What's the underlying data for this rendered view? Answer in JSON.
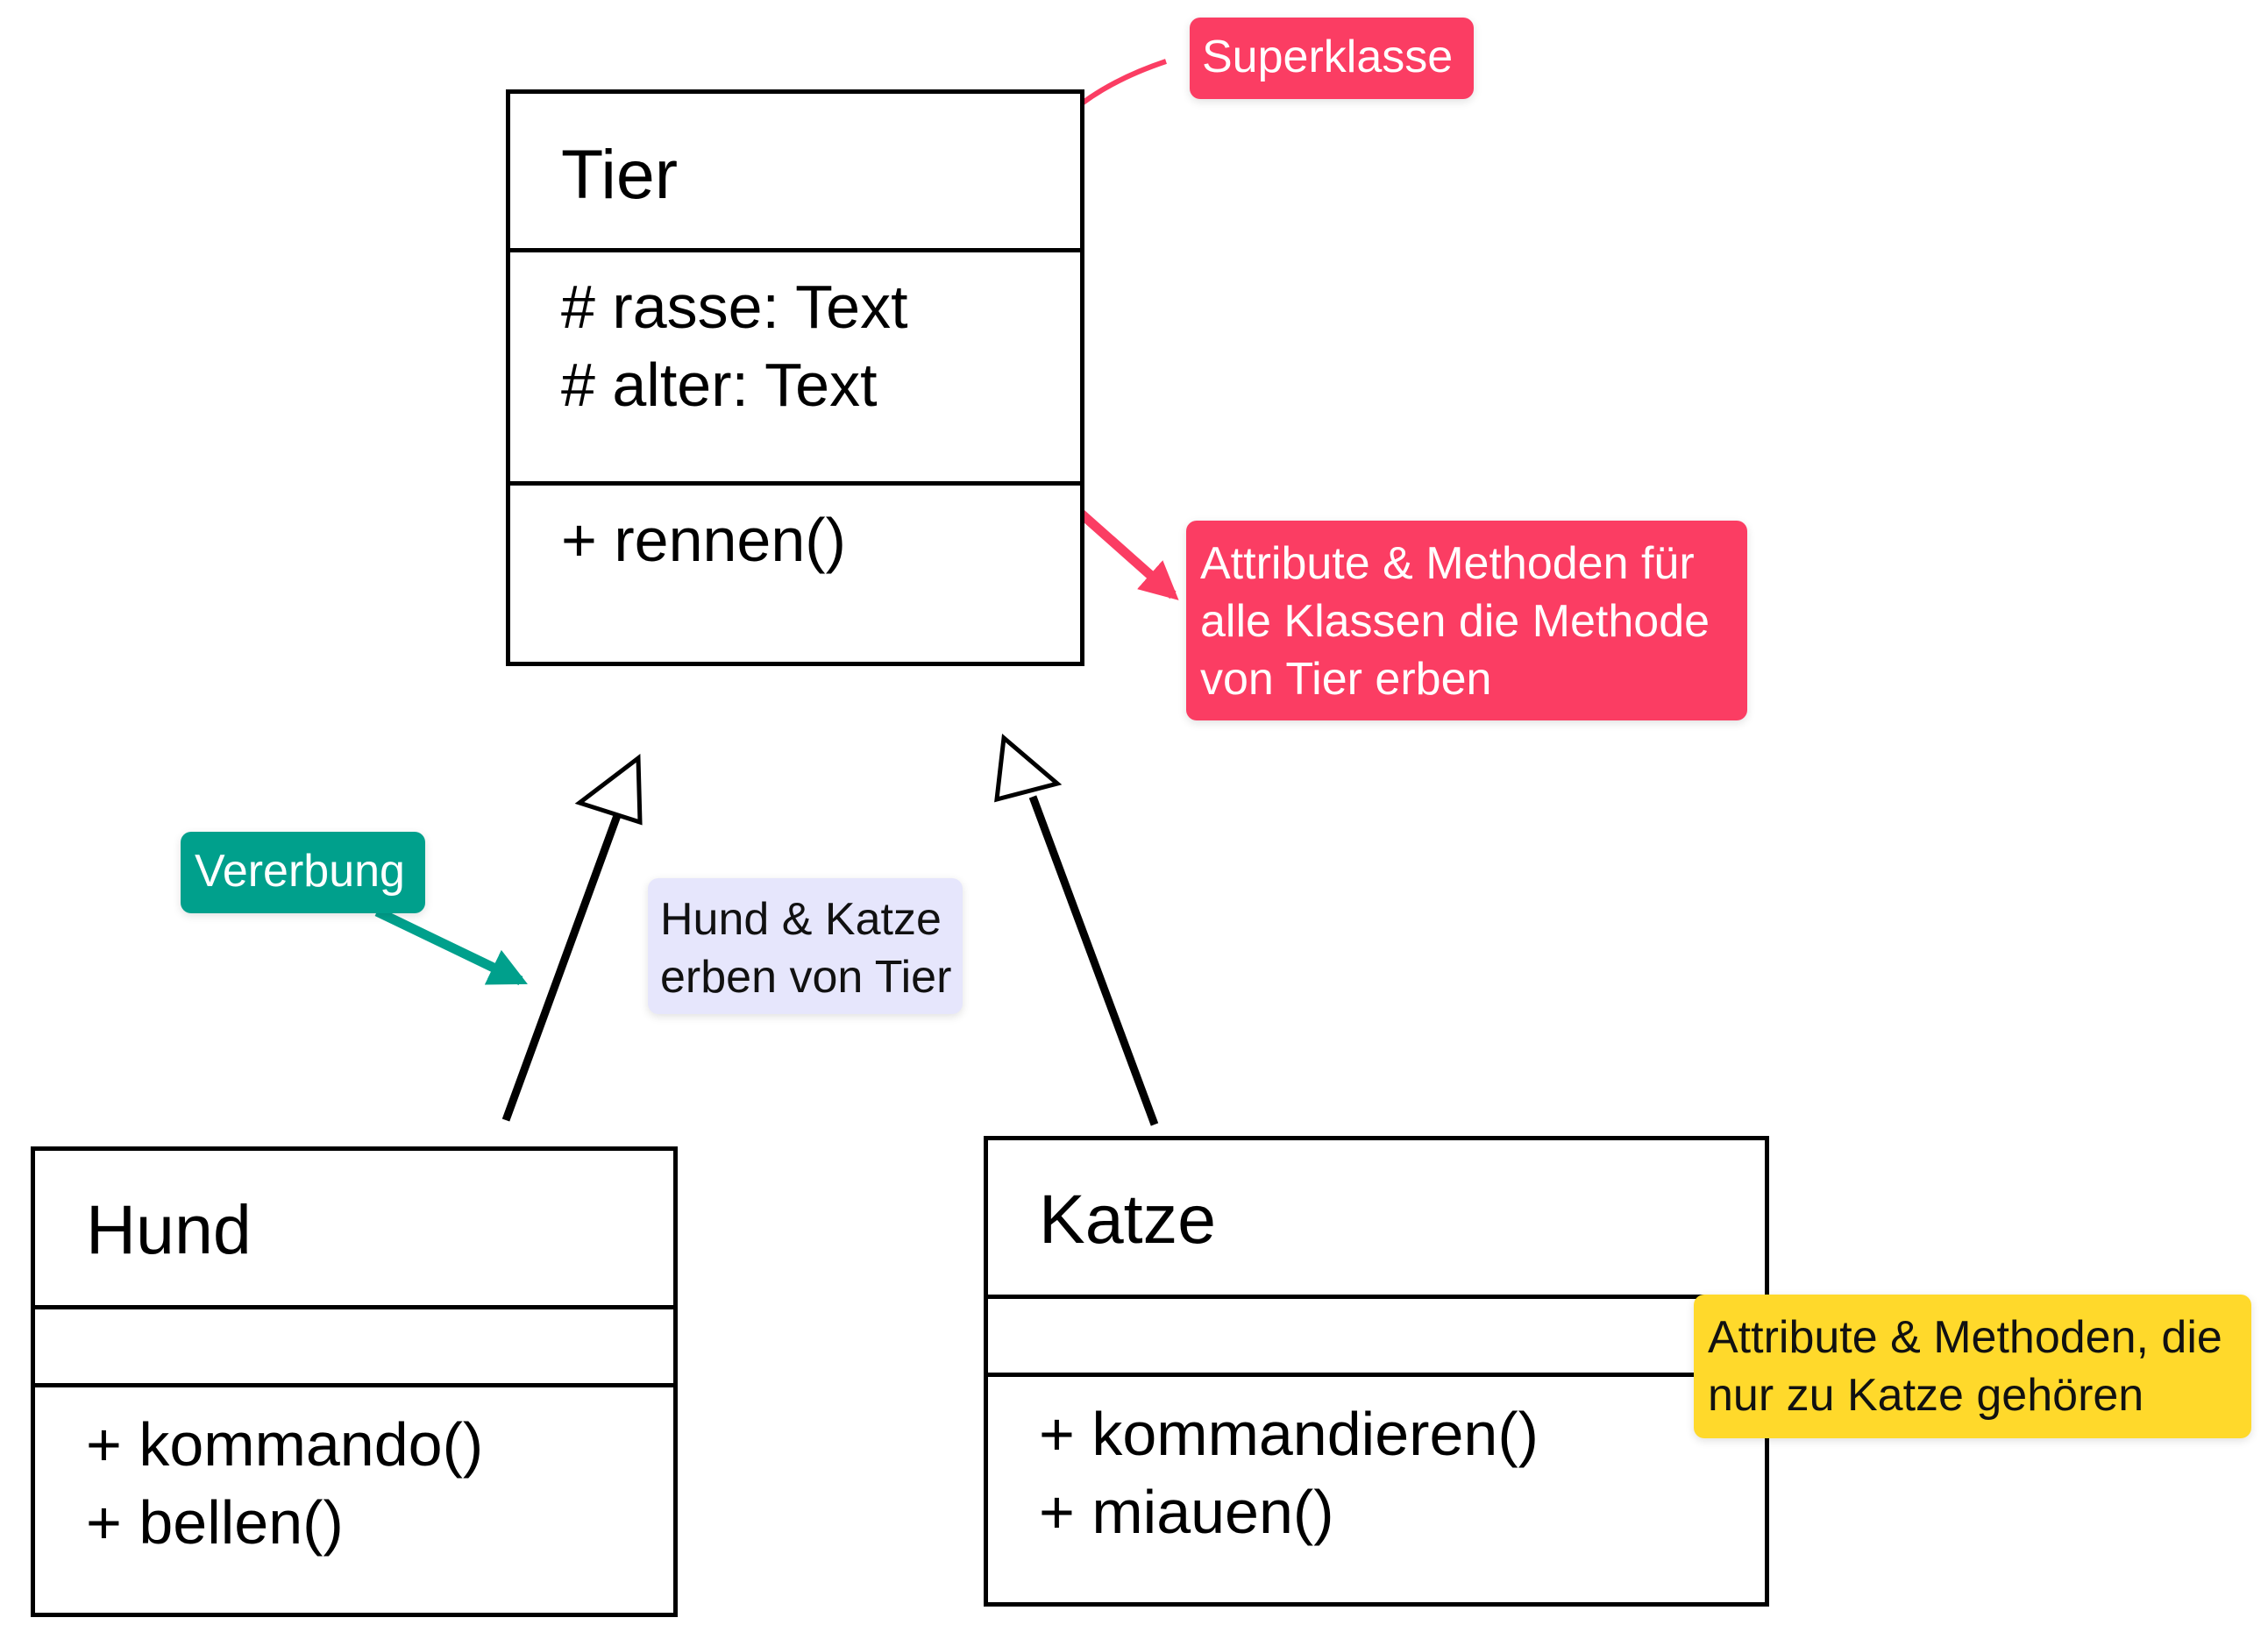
{
  "classes": {
    "tier": {
      "name": "Tier",
      "attributes": [
        "# rasse: Text",
        "# alter: Text"
      ],
      "methods": [
        "+ rennen()"
      ]
    },
    "hund": {
      "name": "Hund",
      "attributes": [],
      "methods": [
        "+ kommando()",
        "+ bellen()"
      ]
    },
    "katze": {
      "name": "Katze",
      "attributes": [],
      "methods": [
        "+ kommandieren()",
        "+ miauen()"
      ]
    }
  },
  "annotations": {
    "superklasse": {
      "lines": [
        "Superklasse"
      ],
      "color": "#fb3d63"
    },
    "attribute_methoden": {
      "lines": [
        "Attribute & Methoden für",
        "alle Klassen die Methode",
        "von Tier erben"
      ],
      "color": "#fb3d63"
    },
    "vererbung": {
      "lines": [
        "Vererbung"
      ],
      "color": "#00a08c"
    },
    "hund_katze": {
      "lines": [
        "Hund & Katze",
        "erben von Tier"
      ],
      "color": "#e6e6fc"
    },
    "katze_only": {
      "lines": [
        "Attribute & Methoden, die",
        "nur zu Katze gehören"
      ],
      "color": "#ffd92b"
    }
  },
  "relations": [
    {
      "type": "inheritance",
      "from": "Hund",
      "to": "Tier"
    },
    {
      "type": "inheritance",
      "from": "Katze",
      "to": "Tier"
    }
  ]
}
